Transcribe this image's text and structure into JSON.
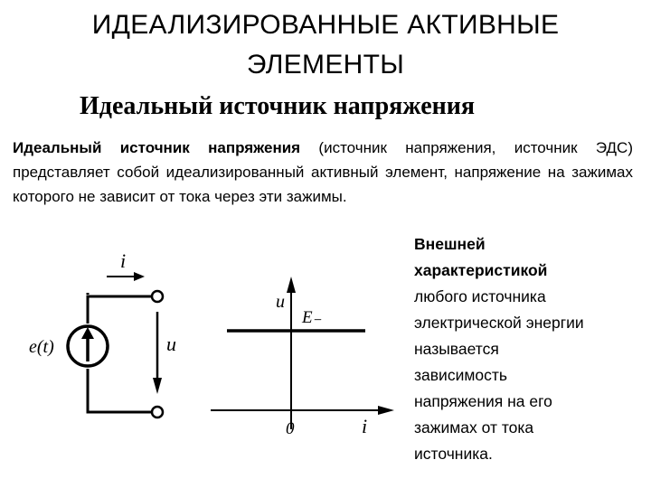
{
  "title_line1": "ИДЕАЛИЗИРОВАННЫЕ АКТИВНЫЕ",
  "title_line2": "ЭЛЕМЕНТЫ",
  "subtitle": "Идеальный источник напряжения",
  "paragraph_bold": "Идеальный источник напряжения",
  "paragraph_rest": " (источник напряжения, источник ЭДС) представляет собой идеализированный активный элемент, напряжение на зажимах которого не зависит от тока через эти зажимы.",
  "side_bold": [
    "Внешней",
    "характеристикой"
  ],
  "side_lines": [
    "любого источника",
    "электрической энергии",
    "называется",
    "зависимость",
    "напряжения на его",
    "зажимах от тока",
    "источника."
  ],
  "circuit": {
    "source_label": "e(t)",
    "current_label": "i",
    "voltage_label": "u"
  },
  "graph": {
    "y_label": "u",
    "x_label": "i",
    "line_label": "E₋",
    "origin_label": "0"
  }
}
